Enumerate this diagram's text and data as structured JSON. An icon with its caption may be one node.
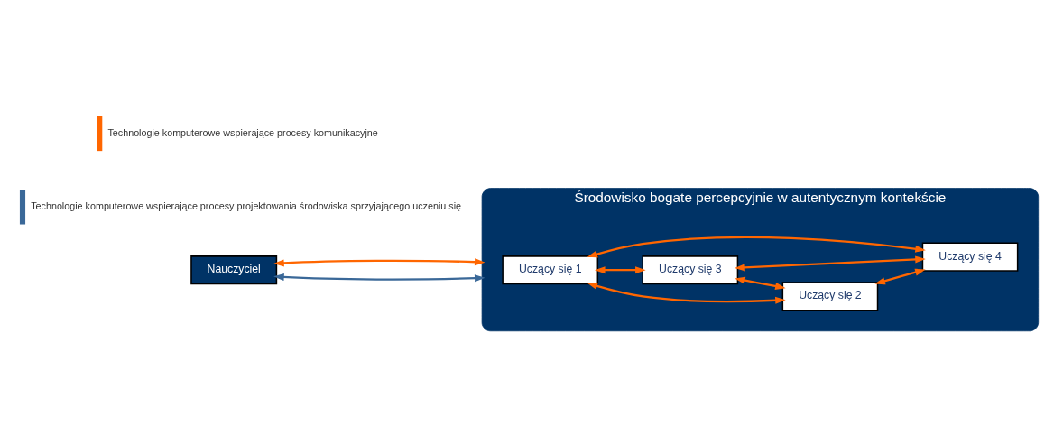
{
  "diagram": {
    "nodes": [
      {
        "text": [
          "Środowisko bogate percepcyjnie w autentycznym kontekście"
        ]
      },
      {
        "text": [
          "Uczący się 1"
        ],
        "in": 0
      },
      {
        "text": [
          "Uczący się 2"
        ],
        "in": 0
      },
      {
        "text": [
          "Uczący się 3"
        ],
        "in": 0
      },
      {
        "text": [
          "Uczący się 4"
        ],
        "in": 0
      },
      {
        "text": [
          "Nauczyciel"
        ]
      }
    ],
    "edges": [
      {
        "from": 1,
        "to": 2,
        "arrow": "both"
      },
      {
        "from": 1,
        "to": 3,
        "arrow": "both"
      },
      {
        "from": 1,
        "to": 4,
        "arrow": "both"
      },
      {
        "from": 3,
        "to": 2,
        "arrow": "both"
      },
      {
        "from": 2,
        "to": 4,
        "arrow": "both"
      },
      {
        "from": 3,
        "to": 4,
        "arrow": "both"
      },
      {
        "from": 5,
        "to": 0,
        "arrow": "both",
        "color": "#3a6898"
      },
      {
        "from": 5,
        "to": 0,
        "arrow": "both"
      }
    ],
    "legend": [
      {
        "text": "Technologie komputerowe wspierające procesy komunikacyjne"
      },
      {
        "text": "Technologie komputerowe wspierające procesy projektowania środowiska sprzyjającego uczeniu się"
      }
    ]
  }
}
